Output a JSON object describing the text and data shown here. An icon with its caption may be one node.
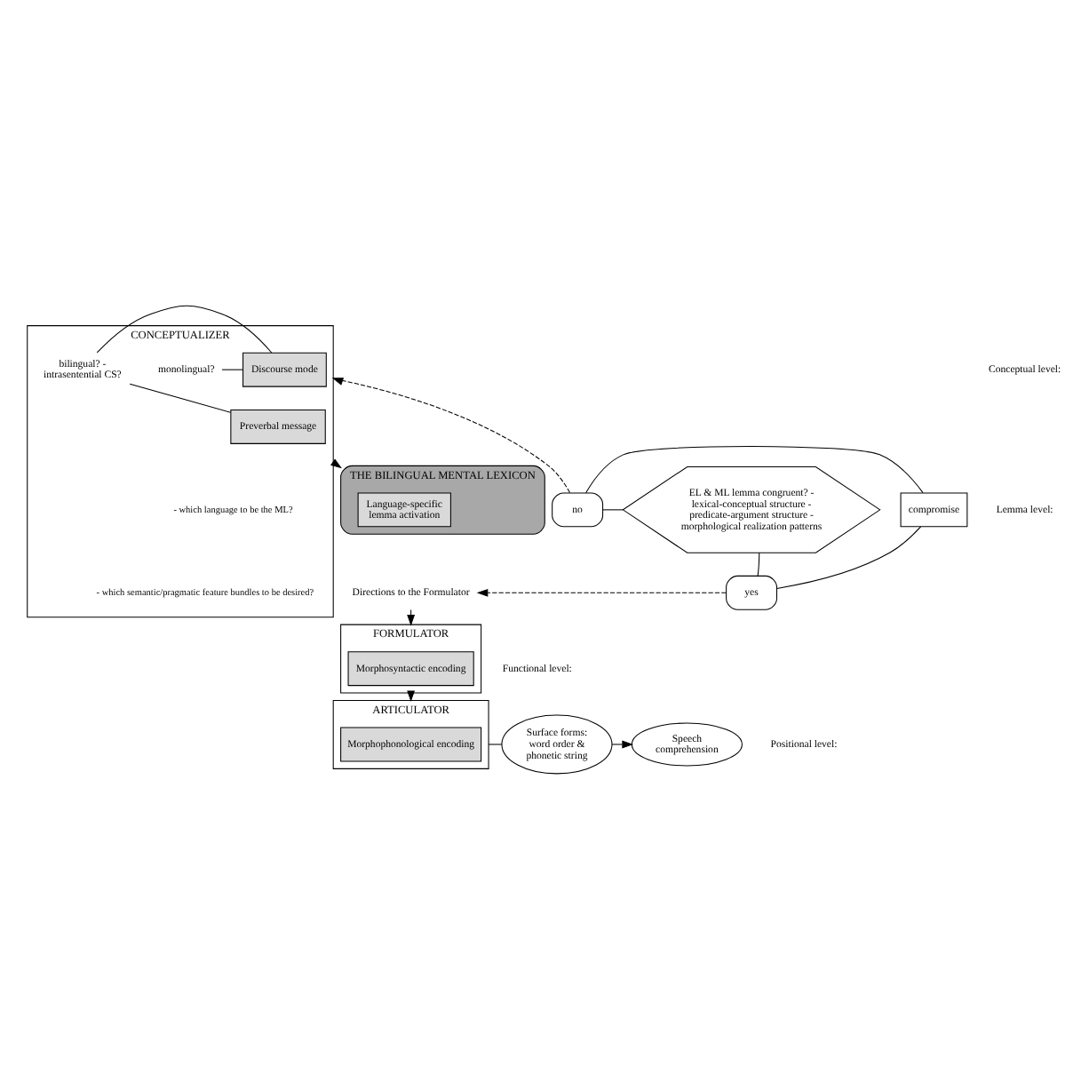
{
  "diagram": {
    "nodes": [
      {
        "text": [
          "CONCEPTUALIZER"
        ]
      },
      {
        "text": [
          "Discourse mode"
        ],
        "in": 0
      },
      {
        "text": [
          "monolingual?"
        ],
        "in": 0
      },
      {
        "text": [
          "bilingual? - intrasentential CS?"
        ],
        "in": 0
      },
      {
        "text": [
          "Preverbal message"
        ],
        "in": 0
      },
      {
        "text": [
          "THE BILINGUAL MENTAL LEXICON"
        ]
      },
      {
        "text": [
          "Language-specific lemma activation"
        ],
        "in": 5
      },
      {
        "text": [
          "EL & ML lemma congruent? - lexical-conceptual structure - predicate-argument structure - morphological realization patterns"
        ]
      },
      {
        "text": [
          "no"
        ]
      },
      {
        "text": [
          "compromise"
        ]
      },
      {
        "text": [
          "yes"
        ]
      },
      {
        "text": [
          "Directions to the Formulator"
        ]
      },
      {
        "text": [
          "FORMULATOR"
        ]
      },
      {
        "text": [
          "Morphosyntactic encoding"
        ],
        "in": 12
      },
      {
        "text": [
          "ARTICULATOR"
        ]
      },
      {
        "text": [
          "Morphophonological encoding"
        ],
        "in": 14
      },
      {
        "text": [
          "Surface forms: word order & phonetic string"
        ]
      },
      {
        "text": [
          "Speech comprehension"
        ]
      }
    ],
    "edges": [
      {
        "from": 1,
        "to": 2,
        "arrow": "none"
      },
      {
        "from": 1,
        "to": 3,
        "arrow": "none"
      },
      {
        "from": 4,
        "to": 3,
        "arrow": "none"
      },
      {
        "from": 0,
        "to": 5,
        "arrow": "to"
      },
      {
        "from": 8,
        "to": 7,
        "arrow": "none"
      },
      {
        "from": 10,
        "to": 7,
        "arrow": "none"
      },
      {
        "from": 8,
        "to": 9,
        "arrow": "none"
      },
      {
        "from": 9,
        "to": 10,
        "arrow": "none"
      },
      {
        "from": 8,
        "to": 0,
        "arrow": "to",
        "style": "dashed"
      },
      {
        "from": 10,
        "to": 11,
        "arrow": "to",
        "style": "dashed"
      },
      {
        "from": 11,
        "to": 12,
        "arrow": "to"
      },
      {
        "from": 12,
        "to": 14,
        "arrow": "to"
      },
      {
        "from": 16,
        "to": 14,
        "arrow": "none"
      },
      {
        "from": 16,
        "to": 17,
        "arrow": "to"
      }
    ],
    "labels": [
      "Conceptual level:",
      "- which language to be the ML?",
      "- which semantic/pragmatic feature bundles to be desired?",
      "Lemma level:",
      "Functional level:",
      "Positional level:"
    ]
  }
}
